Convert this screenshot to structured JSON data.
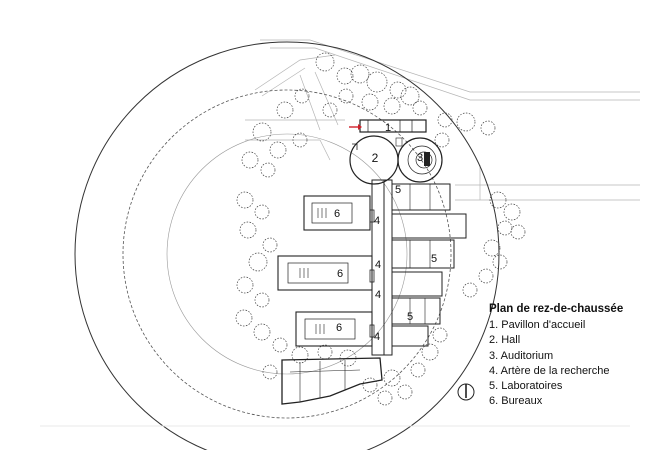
{
  "legend": {
    "title": "Plan de rez-de-chaussée",
    "items": [
      "1.  Pavillon d'accueil",
      "2.  Hall",
      "3.  Auditorium",
      "4.  Artère de la recherche",
      "5.  Laboratoires",
      "6.  Bureaux"
    ]
  },
  "plan_labels": {
    "pavilion": "1",
    "hall": "2",
    "auditorium": "3",
    "artery": "4",
    "labs": "5",
    "offices": "6"
  },
  "colors": {
    "line": "#222222",
    "light_line": "#9a9a9a",
    "entrance_arrow": "#d0202a"
  },
  "icons": {
    "north": "north-arrow-icon",
    "entrance": "entrance-arrow-icon"
  }
}
